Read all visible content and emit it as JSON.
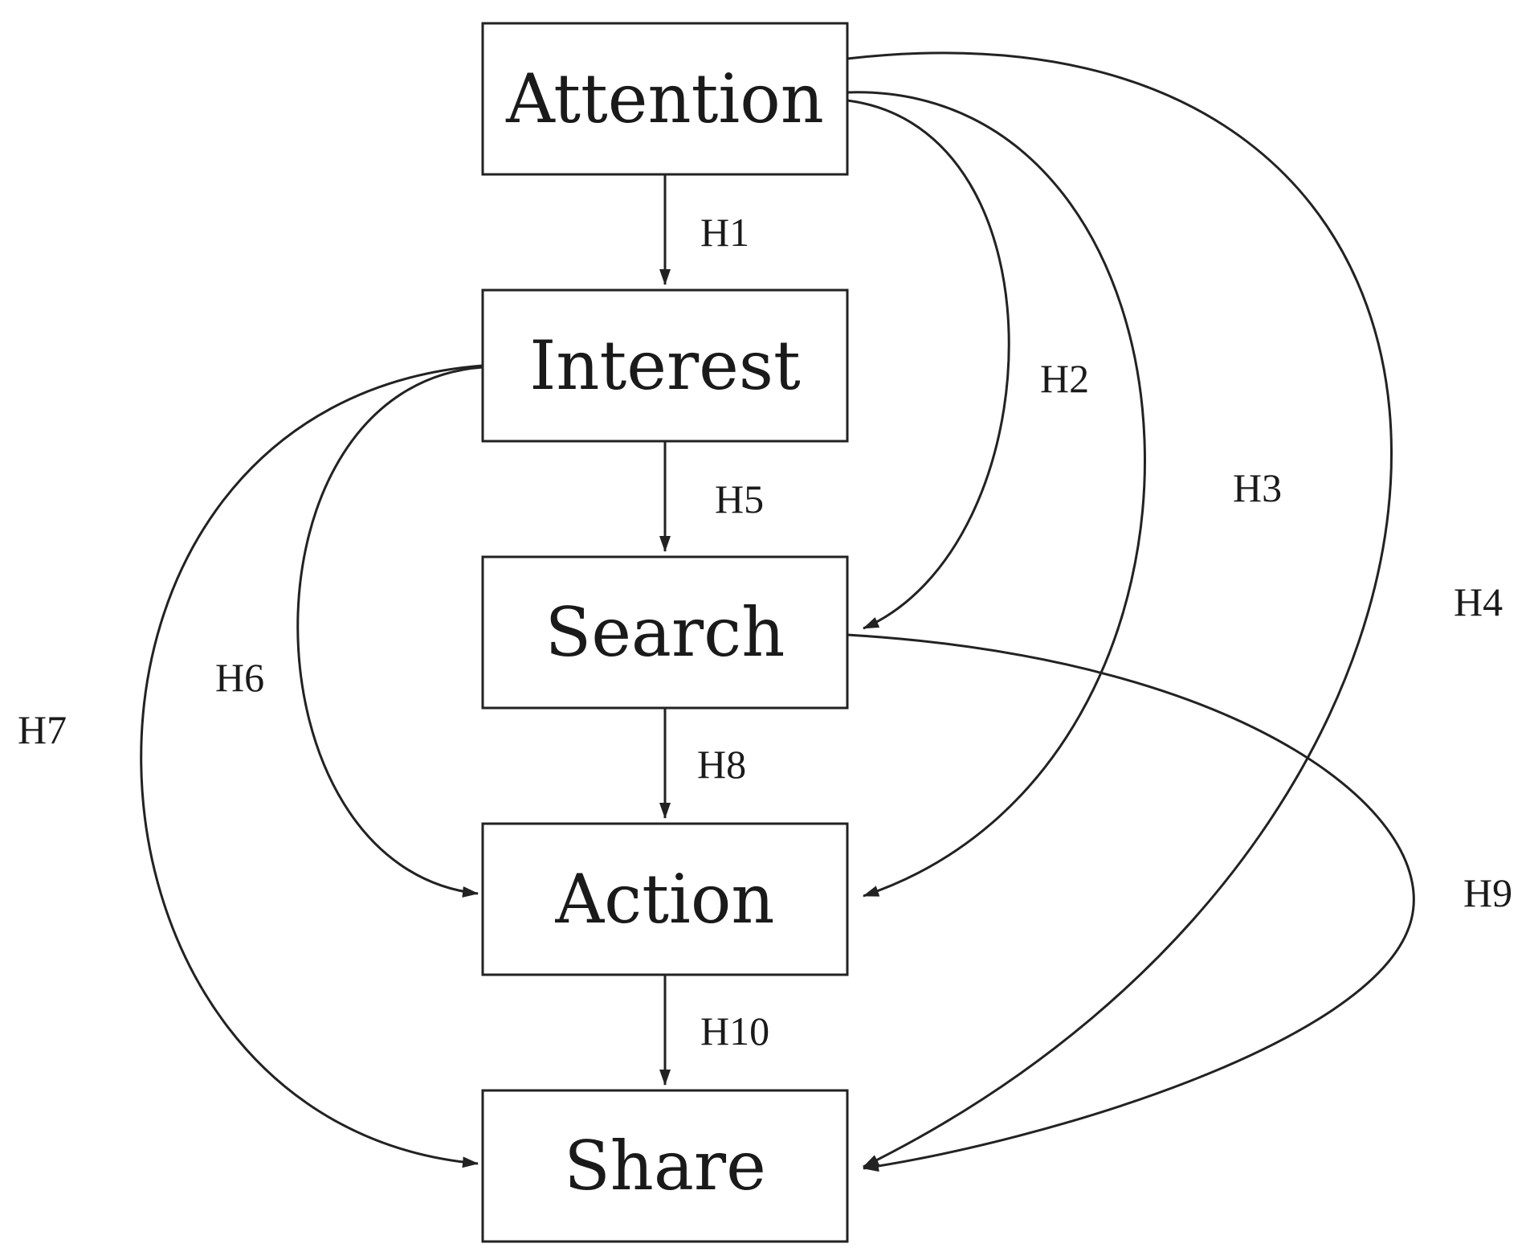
{
  "nodes": {
    "attention": "Attention",
    "interest": "Interest",
    "search": "Search",
    "action": "Action",
    "share": "Share"
  },
  "edges": {
    "h1": "H1",
    "h2": "H2",
    "h3": "H3",
    "h4": "H4",
    "h5": "H5",
    "h6": "H6",
    "h7": "H7",
    "h8": "H8",
    "h9": "H9",
    "h10": "H10"
  },
  "colors": {
    "stroke": "#222222",
    "text": "#1a1a1a",
    "background": "#ffffff"
  }
}
